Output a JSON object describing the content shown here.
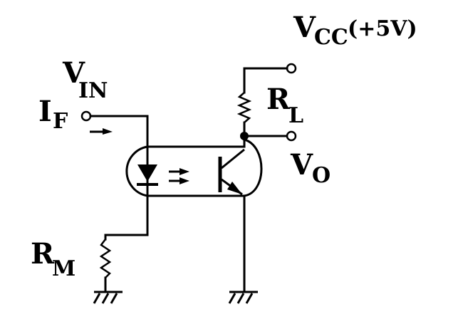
{
  "diagram": {
    "type": "circuit-schematic",
    "title": "Optocoupler phototransistor output circuit",
    "labels": {
      "vcc": {
        "main": "V",
        "sub": "CC",
        "note": "(+5V)"
      },
      "vin": {
        "main": "V",
        "sub": "IN"
      },
      "if": {
        "main": "I",
        "sub": "F"
      },
      "rl": {
        "main": "R",
        "sub": "L"
      },
      "vo": {
        "main": "V",
        "sub": "O"
      },
      "rm": {
        "main": "R",
        "sub": "M"
      }
    },
    "components": [
      {
        "id": "optocoupler",
        "kind": "LED + phototransistor"
      },
      {
        "id": "RL",
        "kind": "resistor",
        "connects": [
          "VCC",
          "collector/VO"
        ]
      },
      {
        "id": "RM",
        "kind": "resistor",
        "connects": [
          "LED cathode",
          "ground"
        ]
      },
      {
        "id": "gnd1",
        "kind": "ground"
      },
      {
        "id": "gnd2",
        "kind": "ground"
      }
    ],
    "colors": {
      "line": "#000000",
      "background": "#ffffff"
    }
  }
}
